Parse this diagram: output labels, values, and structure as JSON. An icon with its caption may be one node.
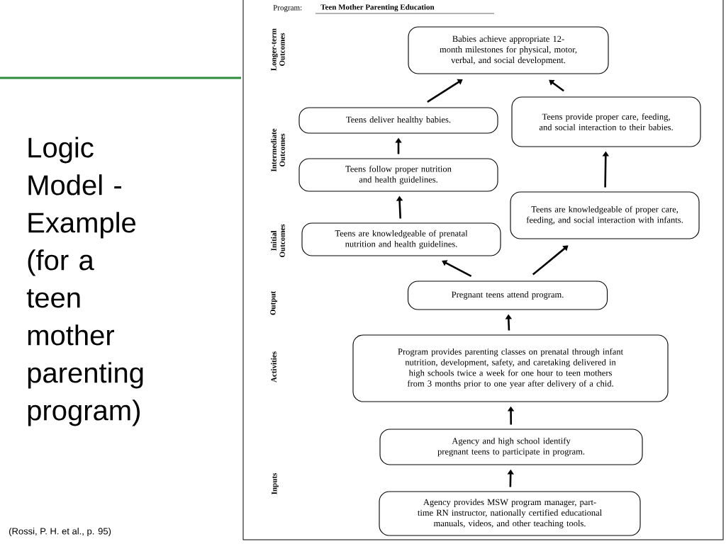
{
  "diagram": {
    "title": "Logic Model - Example (for a teen mother parenting program)",
    "caption": "(Rossi, P. H. et al., p. 95)",
    "nodes": [
      {
        "text": [
          "Babies achieve appropriate 12-month milestones for physical, motor, verbal, and social development."
        ]
      },
      {
        "text": [
          "Teens deliver healthy babies."
        ]
      },
      {
        "text": [
          "Teens provide proper care, feeding, and social interaction to their babies."
        ]
      },
      {
        "text": [
          "Teens follow proper nutrition and health guidelines."
        ]
      },
      {
        "text": [
          "Teens are knowledgeable of proper care, feeding, and social interaction with infants."
        ]
      },
      {
        "text": [
          "Teens are knowledgeable of prenatal nutrition and health guidelines."
        ]
      },
      {
        "text": [
          "Pregnant teens attend program."
        ]
      },
      {
        "text": [
          "Program provides parenting classes on prenatal through infant nutrition, development, safety, and caretaking delivered in high schools twice a week for one hour to teen mothers from 3 months prior to one year after delivery of a chid."
        ]
      },
      {
        "text": [
          "Agency and high school identify pregnant teens to participate in program."
        ]
      },
      {
        "text": [
          "Agency provides MSW program manager, part-time RN instructor, nationally certified educational manuals, videos, and other teaching tools."
        ]
      }
    ],
    "edges": [
      {
        "from": 9,
        "to": 8,
        "arrow": "to"
      },
      {
        "from": 8,
        "to": 7,
        "arrow": "to"
      },
      {
        "from": 7,
        "to": 6,
        "arrow": "to"
      },
      {
        "from": 6,
        "to": 5,
        "arrow": "to"
      },
      {
        "from": 6,
        "to": 4,
        "arrow": "to"
      },
      {
        "from": 5,
        "to": 3,
        "arrow": "to"
      },
      {
        "from": 3,
        "to": 1,
        "arrow": "to"
      },
      {
        "from": 4,
        "to": 2,
        "arrow": "to"
      },
      {
        "from": 1,
        "to": 0,
        "arrow": "to"
      },
      {
        "from": 2,
        "to": 0,
        "arrow": "to"
      }
    ],
    "labels": [
      "Program:",
      "Teen Mother Parenting Education",
      "Longer-term Outcomes",
      "Intermediate Outcomes",
      "Initial Outcomes",
      "Output",
      "Activities",
      "Inputs"
    ]
  }
}
